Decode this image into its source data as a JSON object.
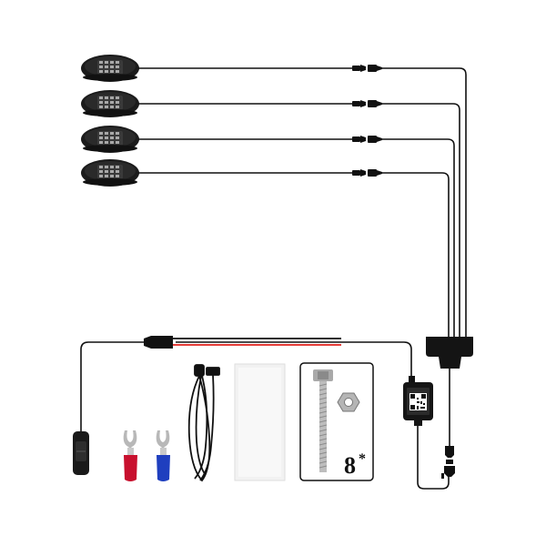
{
  "product_image": {
    "bolt_kit": {
      "quantity_label": "8",
      "quantity_mark": "*"
    },
    "colors": {
      "wire": "#111111",
      "red_wire": "#e0201b",
      "red_terminal": "#c8102e",
      "blue_terminal": "#1f3fbf",
      "pod_body": "#1b1b1b",
      "led_chip": "#9a9a9a",
      "adhesive_pad": "#f2f2f2",
      "bolt_metal": "#b8b8b8"
    },
    "icons": [
      "rock-light-pod",
      "wire-connector",
      "bluetooth-control-box",
      "qr-code",
      "rocker-switch",
      "spade-terminal",
      "extension-cable",
      "adhesive-pad",
      "screw-bolt",
      "hex-nut"
    ]
  }
}
